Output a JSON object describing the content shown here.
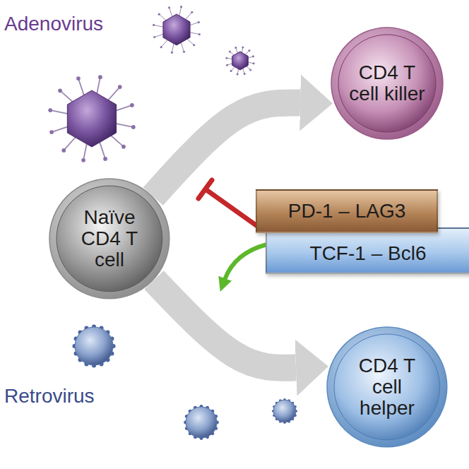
{
  "diagram": {
    "nodes": [
      {
        "text": [
          "Naïve CD4 T cell"
        ]
      },
      {
        "text": [
          "CD4 T cell killer"
        ]
      },
      {
        "text": [
          "CD4 T cell helper"
        ]
      },
      {
        "text": [
          "PD-1 – LAG3"
        ]
      },
      {
        "text": [
          "TCF-1 – Bcl6"
        ]
      }
    ],
    "edges": [
      {
        "from": 0,
        "to": 1,
        "arrow": "to"
      },
      {
        "from": 0,
        "to": 2,
        "arrow": "to"
      }
    ],
    "labels": [
      "Adenovirus",
      "Retrovirus"
    ]
  }
}
